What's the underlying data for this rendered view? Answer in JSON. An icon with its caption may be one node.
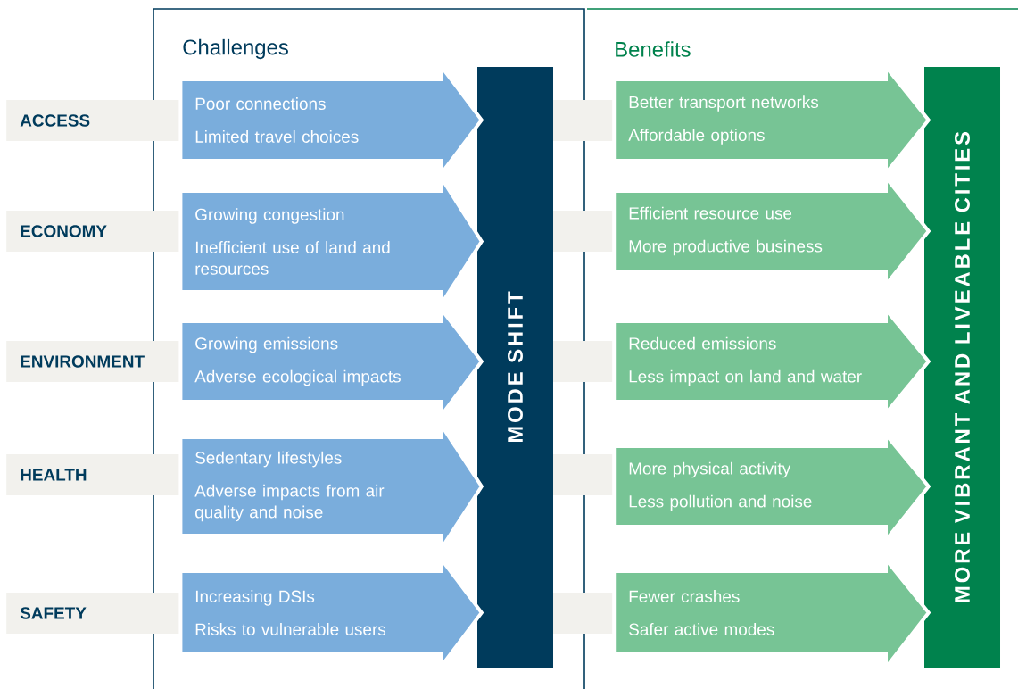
{
  "diagram": {
    "nodes": [
      {
        "text": [
          "ACCESS"
        ]
      },
      {
        "text": [
          "ECONOMY"
        ]
      },
      {
        "text": [
          "ENVIRONMENT"
        ]
      },
      {
        "text": [
          "HEALTH"
        ]
      },
      {
        "text": [
          "SAFETY"
        ]
      },
      {
        "text": [
          "Poor connections",
          "Limited travel choices"
        ]
      },
      {
        "text": [
          "Growing congestion",
          "Inefficient use of land and resources"
        ]
      },
      {
        "text": [
          "Growing emissions",
          "Adverse ecological impacts"
        ]
      },
      {
        "text": [
          "Sedentary lifestyles",
          "Adverse impacts from air quality and noise"
        ]
      },
      {
        "text": [
          "Increasing DSIs",
          "Risks to vulnerable users"
        ]
      },
      {
        "text": [
          "MODE SHIFT"
        ]
      },
      {
        "text": [
          "Better transport networks",
          "Affordable options"
        ]
      },
      {
        "text": [
          "Efficient resource use",
          "More productive business"
        ]
      },
      {
        "text": [
          "Reduced emissions",
          "Less impact on land and water"
        ]
      },
      {
        "text": [
          "More physical activity",
          "Less pollution and noise"
        ]
      },
      {
        "text": [
          "Fewer crashes",
          "Safer active modes"
        ]
      },
      {
        "text": [
          "MORE VIBRANT AND LIVEABLE CITIES"
        ]
      }
    ],
    "edges": [
      {
        "from": 0,
        "to": 10,
        "arrow": "to"
      },
      {
        "from": 1,
        "to": 10,
        "arrow": "to"
      },
      {
        "from": 2,
        "to": 10,
        "arrow": "to"
      },
      {
        "from": 3,
        "to": 10,
        "arrow": "to"
      },
      {
        "from": 4,
        "to": 10,
        "arrow": "to"
      },
      {
        "from": 10,
        "to": 16,
        "arrow": "to"
      },
      {
        "from": 10,
        "to": 16,
        "arrow": "to"
      },
      {
        "from": 10,
        "to": 16,
        "arrow": "to"
      },
      {
        "from": 10,
        "to": 16,
        "arrow": "to"
      },
      {
        "from": 10,
        "to": 16,
        "arrow": "to"
      }
    ],
    "labels": [
      "Challenges",
      "Benefits"
    ]
  }
}
